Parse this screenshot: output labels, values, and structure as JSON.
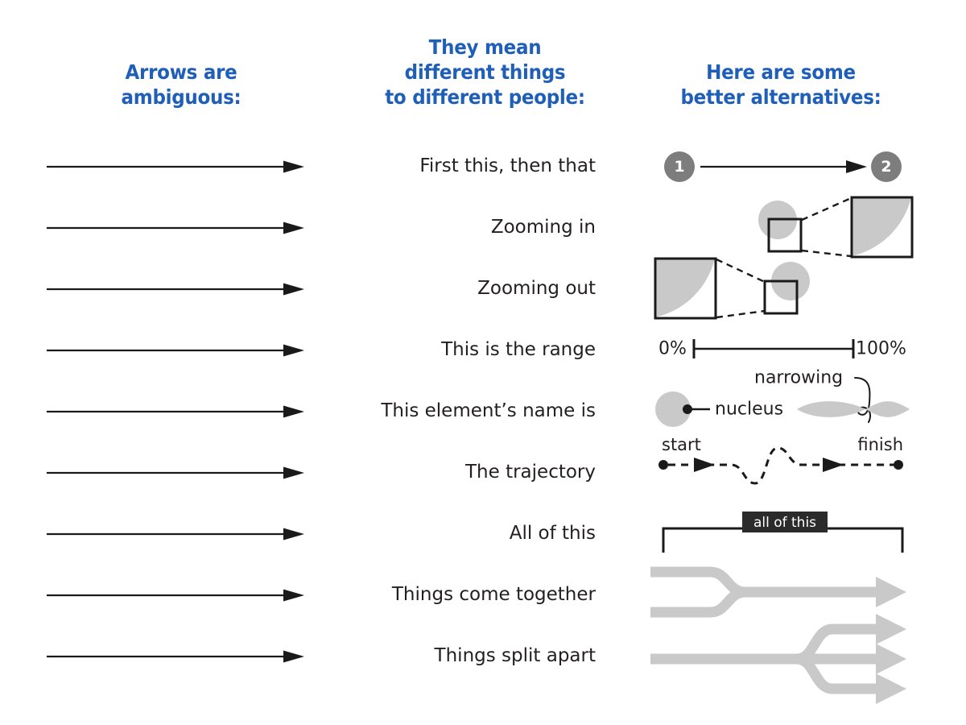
{
  "headers": {
    "left": "Arrows are\nambiguous:",
    "left_line1": "Arrows are",
    "left_line2": "ambiguous:",
    "middle_line1": "They mean",
    "middle_line2": "different things",
    "middle_line3": "to different people:",
    "right_line1": "Here are some",
    "right_line2": "better alternatives:"
  },
  "colors": {
    "heading_blue": "#1f5fb8",
    "text_dark": "#231f20",
    "arrow_black": "#1a1a1a",
    "gray_fill": "#c9c9c9",
    "gray_circle": "#7d7d7d",
    "label_chip_bg": "#2b2b2b",
    "label_chip_text": "#ffffff",
    "background": "#ffffff"
  },
  "rows": [
    {
      "meaning": "First this, then that",
      "alternative_name": "numbered-sequence",
      "alt_labels": {
        "step1": "1",
        "step2": "2"
      }
    },
    {
      "meaning": "Zooming in",
      "alternative_name": "zoom-in-callout",
      "alt_labels": {}
    },
    {
      "meaning": "Zooming out",
      "alternative_name": "zoom-out-callout",
      "alt_labels": {}
    },
    {
      "meaning": "This is the range",
      "alternative_name": "range-bar",
      "alt_labels": {
        "min": "0%",
        "max": "100%"
      }
    },
    {
      "meaning": "This element’s name is",
      "alternative_name": "leader-line-labels",
      "alt_labels": {
        "first": "nucleus",
        "second": "narrowing"
      }
    },
    {
      "meaning": "The trajectory",
      "alternative_name": "dashed-path",
      "alt_labels": {
        "start": "start",
        "finish": "finish"
      }
    },
    {
      "meaning": "All of this",
      "alternative_name": "span-bracket",
      "alt_labels": {
        "chip": "all of this"
      }
    },
    {
      "meaning": "Things come together",
      "alternative_name": "merge-arrows",
      "alt_labels": {}
    },
    {
      "meaning": "Things split apart",
      "alternative_name": "split-arrows",
      "alt_labels": {}
    }
  ]
}
